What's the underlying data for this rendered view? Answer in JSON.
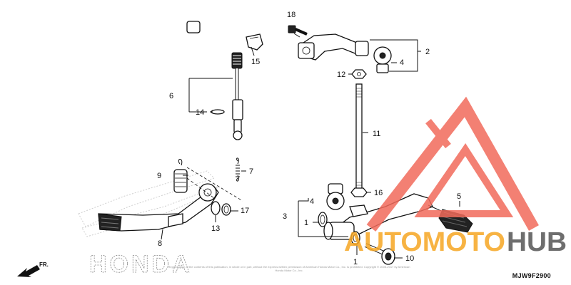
{
  "diagram": {
    "code": "MJW9F2900",
    "copyright": "Reproduction of the contents of this publication, in whole or in part, without the express written permission of American Honda Motor Co., Inc. is prohibited. Copyright © 2005-2017 by American Honda Motor Co., Inc.",
    "direction_label": "FR.",
    "honda_logo_text": "HONDA",
    "callouts": {
      "c1a": "1",
      "c1b": "1",
      "c2": "2",
      "c3": "3",
      "c4a": "4",
      "c4b": "4",
      "c5": "5",
      "c6": "6",
      "c7": "7",
      "c8": "8",
      "c9": "9",
      "c10": "10",
      "c11": "11",
      "c12": "12",
      "c13": "13",
      "c14": "14",
      "c15": "15",
      "c16": "16",
      "c17": "17",
      "c18": "18"
    }
  },
  "watermark": {
    "brand_part1": "AUTOMOTO",
    "brand_part2": "HUB",
    "accent_color": "#f26b5b",
    "orange_color": "#f6a623",
    "gray_color": "#555555"
  }
}
